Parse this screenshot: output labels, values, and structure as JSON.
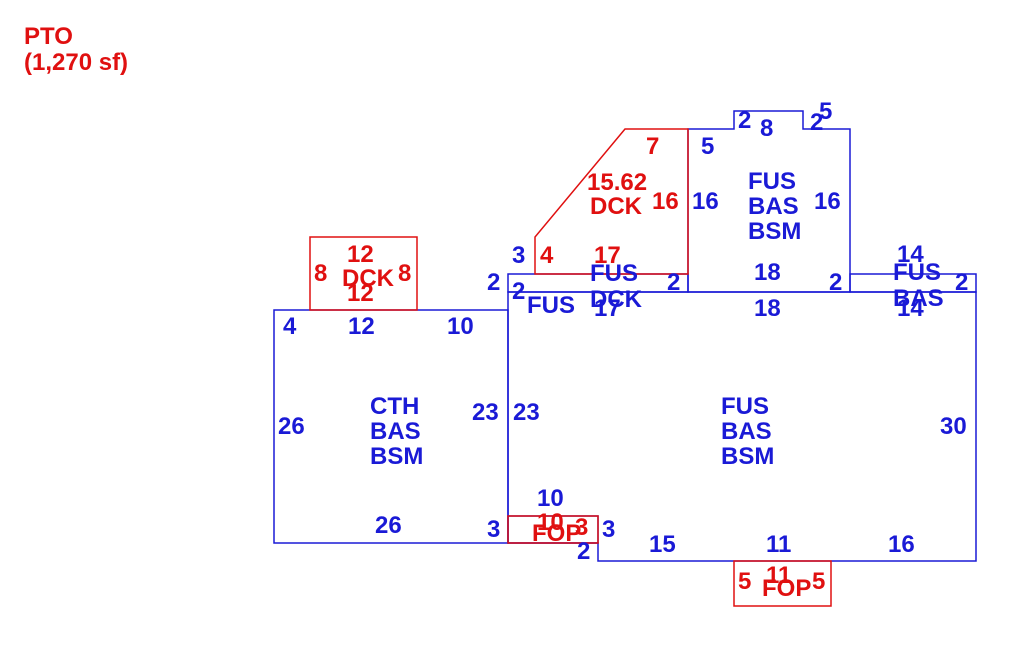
{
  "colors": {
    "structure": "#1a1ad6",
    "addition": "#e01010",
    "background": "#ffffff"
  },
  "legend": {
    "code": "PTO",
    "area": "(1,270 sf)"
  },
  "areas": {
    "cth": {
      "lines": [
        "CTH",
        "BAS",
        "BSM"
      ]
    },
    "main": {
      "lines": [
        "FUS",
        "BAS",
        "BSM"
      ]
    },
    "upper": {
      "lines": [
        "FUS",
        "BAS",
        "BSM"
      ]
    },
    "right_small": {
      "lines": [
        "FUS",
        "BAS"
      ]
    },
    "top_left_deck": {
      "lines": [
        "DCK"
      ]
    },
    "angled_deck": {
      "lines": [
        "15.62",
        "DCK"
      ]
    },
    "strip": {
      "lines": [
        "FUS",
        "DCK"
      ]
    },
    "left_fus": {
      "lines": [
        "FUS"
      ]
    },
    "porch_left": {
      "lines": [
        "FOP"
      ]
    },
    "porch_bottom": {
      "lines": [
        "FOP"
      ]
    }
  },
  "dims": {
    "dck_top": "12",
    "dck_bottom": "12",
    "dck_left": "8",
    "dck_right": "8",
    "cth_top_a": "4",
    "cth_top_b": "12",
    "cth_top_c": "10",
    "cth_left": "26",
    "cth_right": "23",
    "cth_bottom": "26",
    "main_left": "23",
    "main_right": "30",
    "main_b1": "15",
    "main_b2": "11",
    "main_b3": "16",
    "main_top_mid": "18",
    "upper_base": "18",
    "step_2a": "2",
    "step_2b": "2",
    "step_2c": "2",
    "step_2d": "2",
    "step_3a": "3",
    "step_3b": "3",
    "strip_17_top": "17",
    "strip_17_bot": "17",
    "strip_3": "3",
    "strip_2": "2",
    "strip_4": "4",
    "angled_7": "7",
    "angled_16": "16",
    "upper_16_left": "16",
    "upper_16_right": "16",
    "upper_5a": "5",
    "upper_5b": "5",
    "upper_2a": "2",
    "upper_2b": "2",
    "upper_8": "8",
    "right_14_top": "14",
    "right_14_bot": "14",
    "right_2": "2",
    "fop_left_10": "10",
    "fop_left_3": "3",
    "fop_left_2": "2",
    "fop_bottom_5a": "5",
    "fop_bottom_11": "11",
    "fop_bottom_5b": "5"
  }
}
